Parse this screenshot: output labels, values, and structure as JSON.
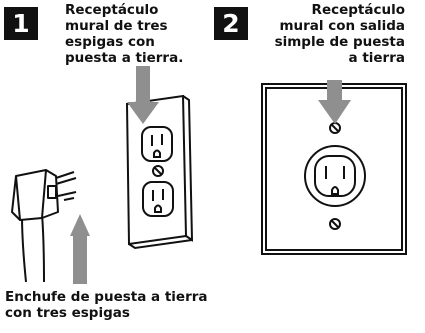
{
  "steps": [
    {
      "number": "1",
      "caption": [
        "Receptáculo",
        "mural de tres",
        "espigas con",
        "puesta a tierra."
      ]
    },
    {
      "number": "2",
      "caption": [
        "Receptáculo",
        "mural con salida",
        "simple de puesta",
        "a tierra"
      ]
    }
  ],
  "plug_caption": [
    "Enchufe de puesta a tierra",
    "con tres espigas"
  ],
  "colors": {
    "ink": "#111111",
    "arrow": "#8f8f8f",
    "background": "#ffffff"
  }
}
